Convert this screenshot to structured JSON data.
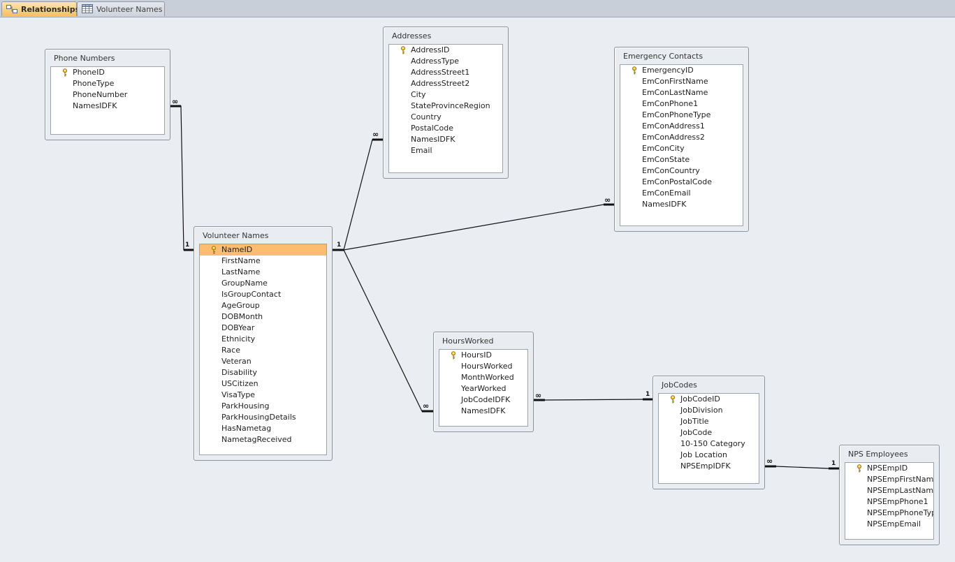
{
  "tabs": [
    {
      "label": "Relationships",
      "icon": "relationships-icon",
      "active": true
    },
    {
      "label": "Volunteer Names",
      "icon": "datasheet-icon",
      "active": false
    }
  ],
  "tables": {
    "phone_numbers": {
      "title": "Phone Numbers",
      "key_field": "PhoneID",
      "fields": [
        "PhoneType",
        "PhoneNumber",
        "NamesIDFK"
      ]
    },
    "addresses": {
      "title": "Addresses",
      "key_field": "AddressID",
      "fields": [
        "AddressType",
        "AddressStreet1",
        "AddressStreet2",
        "City",
        "StateProvinceRegion",
        "Country",
        "PostalCode",
        "NamesIDFK",
        "Email"
      ]
    },
    "emergency_contacts": {
      "title": "Emergency Contacts",
      "key_field": "EmergencyID",
      "fields": [
        "EmConFirstName",
        "EmConLastName",
        "EmConPhone1",
        "EmConPhoneType",
        "EmConAddress1",
        "EmConAddress2",
        "EmConCity",
        "EmConState",
        "EmConCountry",
        "EmConPostalCode",
        "EmConEmail",
        "NamesIDFK"
      ]
    },
    "volunteer_names": {
      "title": "Volunteer Names",
      "key_field": "NameID",
      "fields": [
        "FirstName",
        "LastName",
        "GroupName",
        "IsGroupContact",
        "AgeGroup",
        "DOBMonth",
        "DOBYear",
        "Ethnicity",
        "Race",
        "Veteran",
        "Disability",
        "USCitizen",
        "VisaType",
        "ParkHousing",
        "ParkHousingDetails",
        "HasNametag",
        "NametagReceived"
      ]
    },
    "hours_worked": {
      "title": "HoursWorked",
      "key_field": "HoursID",
      "fields": [
        "HoursWorked",
        "MonthWorked",
        "YearWorked",
        "JobCodeIDFK",
        "NamesIDFK"
      ]
    },
    "job_codes": {
      "title": "JobCodes",
      "key_field": "JobCodeID",
      "fields": [
        "JobDivision",
        "JobTitle",
        "JobCode",
        "10-150 Category",
        "Job Location",
        "NPSEmpIDFK"
      ]
    },
    "nps_employees": {
      "title": "NPS Employees",
      "key_field": "NPSEmpID",
      "fields": [
        "NPSEmpFirstName",
        "NPSEmpLastName",
        "NPSEmpPhone1",
        "NPSEmpPhoneType",
        "NPSEmpEmail"
      ]
    }
  },
  "relationships": {
    "one_label": "1",
    "many_label": "∞"
  },
  "colors": {
    "selected_field": "#fbbd6f",
    "active_tab": "#f7bf5f",
    "canvas": "#eaedf1"
  }
}
